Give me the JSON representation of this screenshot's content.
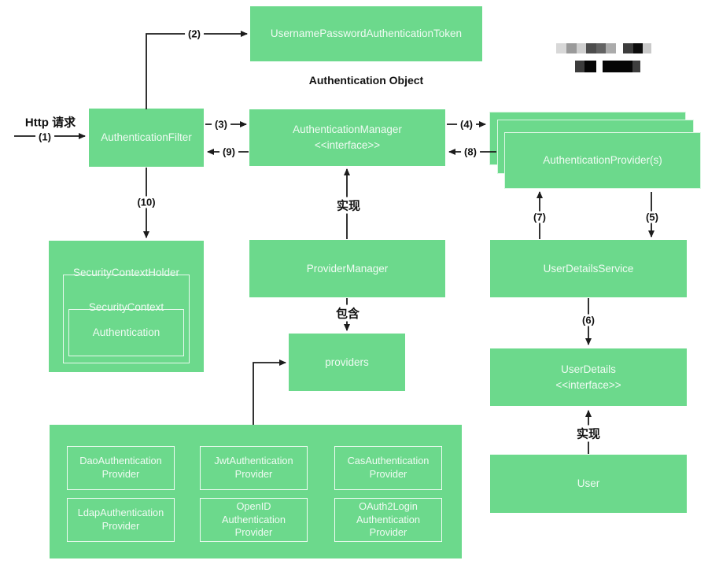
{
  "colors": {
    "box_green": "#6cd98c",
    "box_text": "#f0fbf3",
    "line": "#1c1c1c",
    "label_text": "#111111",
    "inner_border": "#e9f9ef",
    "background": "#ffffff"
  },
  "nodes": {
    "token": {
      "label": "UsernamePasswordAuthenticationToken"
    },
    "auth_object_caption": {
      "label": "Authentication Object"
    },
    "filter": {
      "label": "AuthenticationFilter"
    },
    "manager": {
      "label": "AuthenticationManager\n<<interface>>"
    },
    "provider_stack": {
      "label": "AuthenticationProvider(s)"
    },
    "security_context_holder": {
      "label": "SecurityContextHolder"
    },
    "security_context": {
      "label": "SecurityContext"
    },
    "authentication": {
      "label": "Authentication"
    },
    "provider_manager": {
      "label": "ProviderManager"
    },
    "providers": {
      "label": "providers"
    },
    "user_details_service": {
      "label": "UserDetailsService"
    },
    "user_details": {
      "label": "UserDetails\n<<interface>>"
    },
    "user": {
      "label": "User"
    }
  },
  "edge_labels": {
    "http_request": "Http 请求",
    "e1": "(1)",
    "e2": "(2)",
    "e3": "(3)",
    "e4": "(4)",
    "e5": "(5)",
    "e6": "(6)",
    "e7": "(7)",
    "e8": "(8)",
    "e9": "(9)",
    "e10": "(10)",
    "implements_manager": "实现",
    "contains": "包含",
    "implements_user": "实现"
  },
  "provider_grid": {
    "items": [
      {
        "label": "DaoAuthentication\nProvider"
      },
      {
        "label": "JwtAuthentication\nProvider"
      },
      {
        "label": "CasAuthentication\nProvider"
      },
      {
        "label": "LdapAuthentication\nProvider"
      },
      {
        "label": "OpenID\nAuthentication\nProvider"
      },
      {
        "label": "OAuth2Login\nAuthentication\nProvider"
      }
    ]
  },
  "watermark": {
    "rows": [
      {
        "h": 13,
        "blocks": [
          {
            "w": 13,
            "c": "#d8d8d8"
          },
          {
            "w": 13,
            "c": "#9a9a9a"
          },
          {
            "w": 12,
            "c": "#cfcfcf"
          },
          {
            "w": 13,
            "c": "#4d4d4d"
          },
          {
            "w": 12,
            "c": "#636363"
          },
          {
            "w": 13,
            "c": "#ababab"
          },
          {
            "w": 9,
            "c": "#ffffff"
          },
          {
            "w": 13,
            "c": "#3d3d3d"
          },
          {
            "w": 12,
            "c": "#0c0c0c"
          },
          {
            "w": 11,
            "c": "#c9c9c9"
          }
        ]
      },
      {
        "h": 15,
        "blocks": [
          {
            "w": 12,
            "c": "#3c3c3c"
          },
          {
            "w": 15,
            "c": "#060606"
          },
          {
            "w": 8,
            "c": "#ffffff"
          },
          {
            "w": 38,
            "c": "#060606"
          },
          {
            "w": 10,
            "c": "#3e3e3e"
          }
        ]
      }
    ]
  }
}
